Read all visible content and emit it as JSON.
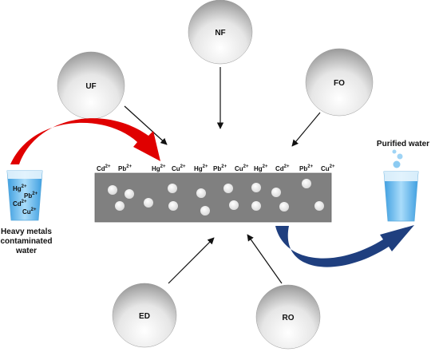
{
  "processes": [
    {
      "id": "uf",
      "label": "UF"
    },
    {
      "id": "nf",
      "label": "NF"
    },
    {
      "id": "fo",
      "label": "FO"
    },
    {
      "id": "ed",
      "label": "ED"
    },
    {
      "id": "ro",
      "label": "RO"
    }
  ],
  "ions_row": [
    {
      "base": "Cd",
      "charge": "2+"
    },
    {
      "base": "Pb",
      "charge": "2+"
    },
    {
      "base": "Hg",
      "charge": "2+"
    },
    {
      "base": "Cu",
      "charge": "2+"
    },
    {
      "base": "Hg",
      "charge": "2+"
    },
    {
      "base": "Pb",
      "charge": "2+"
    },
    {
      "base": "Cu",
      "charge": "2+"
    },
    {
      "base": "Hg",
      "charge": "2+"
    },
    {
      "base": "Cd",
      "charge": "2+"
    },
    {
      "base": "Pb",
      "charge": "2+"
    },
    {
      "base": "Cu",
      "charge": "2+"
    }
  ],
  "glass_ions": [
    {
      "base": "Hg",
      "charge": "2+"
    },
    {
      "base": "Pb",
      "charge": "2+"
    },
    {
      "base": "Cd",
      "charge": "2+"
    },
    {
      "base": "Cu",
      "charge": "2+"
    }
  ],
  "contaminated": {
    "lines": [
      "Heavy metals",
      "contaminated",
      "water"
    ]
  },
  "purified": {
    "label": "Purified water"
  },
  "colors": {
    "membrane": "#808080",
    "input_arrow": "#e00000",
    "output_arrow": "#1f3f7f",
    "water": "#5fb0e6"
  }
}
